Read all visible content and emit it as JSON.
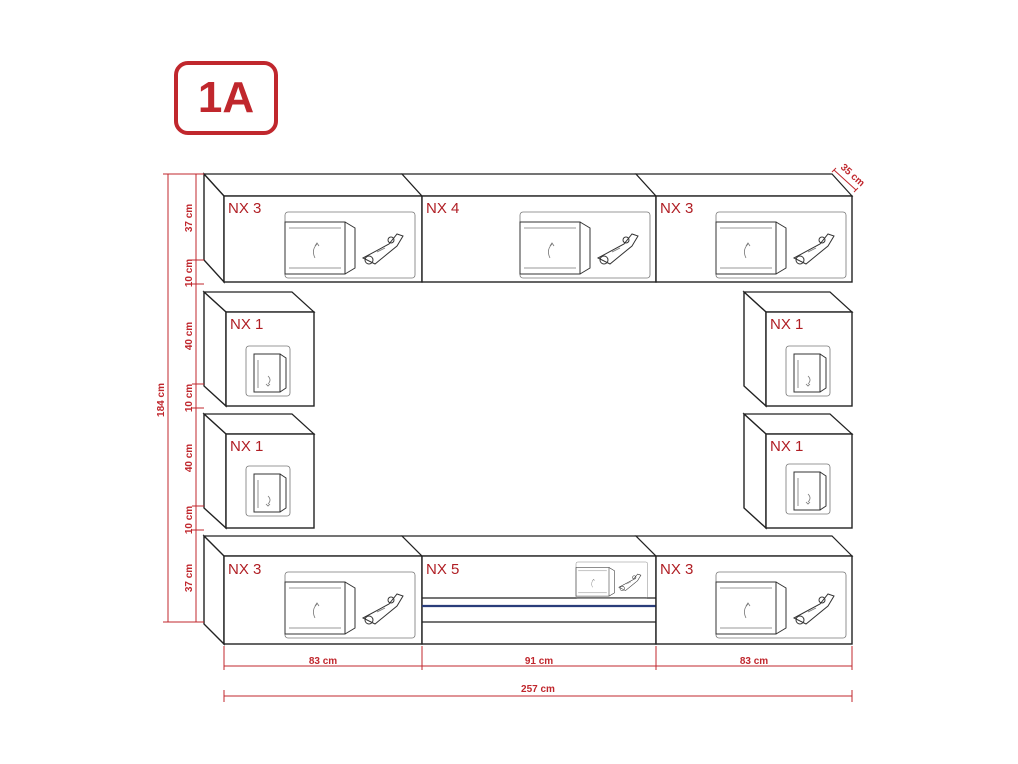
{
  "badge": {
    "label": "1A"
  },
  "modules": {
    "top_left": "NX 3",
    "top_center": "NX 4",
    "top_right": "NX 3",
    "mid_left_1": "NX 1",
    "mid_right_1": "NX 1",
    "mid_left_2": "NX 1",
    "mid_right_2": "NX 1",
    "bottom_left": "NX 3",
    "bottom_center": "NX 5",
    "bottom_right": "NX 3"
  },
  "dimensions": {
    "depth": "35 cm",
    "total_height": "184 cm",
    "height_top": "37 cm",
    "gap_1": "10 cm",
    "height_mid_1": "40 cm",
    "gap_2": "10 cm",
    "height_mid_2": "40 cm",
    "gap_3": "10 cm",
    "height_bottom": "37 cm",
    "width_left": "83 cm",
    "width_center": "91 cm",
    "width_right": "83 cm",
    "total_width": "257 cm"
  }
}
